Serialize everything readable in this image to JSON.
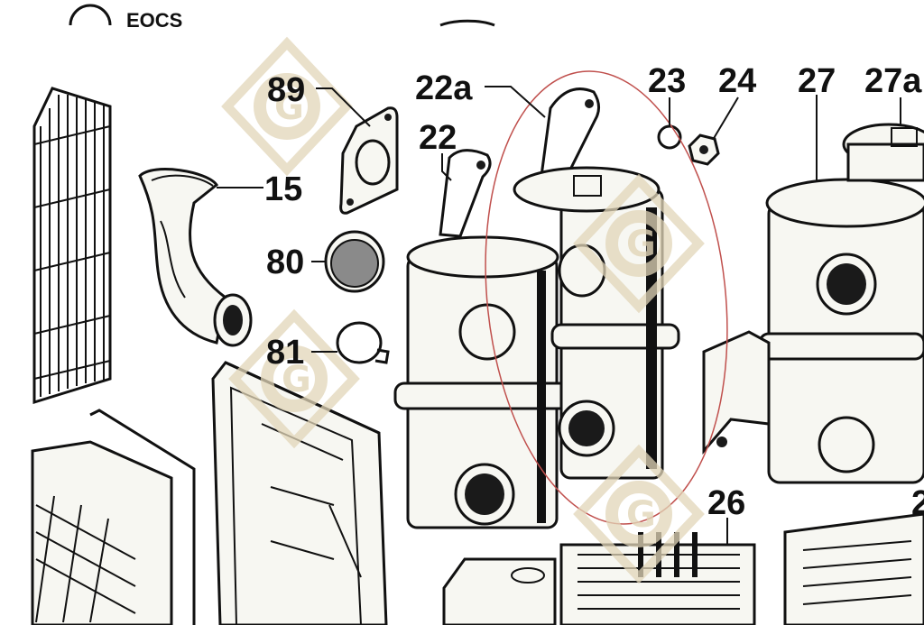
{
  "header": {
    "text": "EOCS"
  },
  "callouts": [
    {
      "id": "89",
      "label": "89"
    },
    {
      "id": "15",
      "label": "15"
    },
    {
      "id": "80",
      "label": "80"
    },
    {
      "id": "81",
      "label": "81"
    },
    {
      "id": "22a",
      "label": "22a"
    },
    {
      "id": "22",
      "label": "22"
    },
    {
      "id": "23",
      "label": "23"
    },
    {
      "id": "24",
      "label": "24"
    },
    {
      "id": "27",
      "label": "27"
    },
    {
      "id": "27a",
      "label": "27a"
    },
    {
      "id": "26",
      "label": "26"
    },
    {
      "id": "2x",
      "label": "2"
    }
  ],
  "watermark": {
    "letter": "G",
    "color": "#e2d6b8"
  },
  "highlight": {
    "color": "#c0504d"
  }
}
